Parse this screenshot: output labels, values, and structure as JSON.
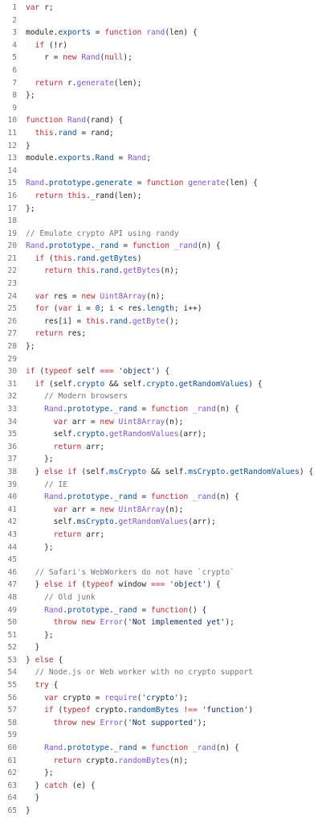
{
  "colors": {
    "keyword": "#cf222e",
    "function": "#8250df",
    "property": "#0550ae",
    "string": "#0a3069",
    "number": "#0550ae",
    "comment": "#6e7781",
    "text": "#1f2328",
    "line_number": "#6e7781",
    "background": "#ffffff"
  },
  "lines": [
    {
      "n": "1",
      "tokens": [
        [
          "kw",
          "var"
        ],
        [
          "tx",
          " r;"
        ]
      ]
    },
    {
      "n": "2",
      "tokens": []
    },
    {
      "n": "3",
      "tokens": [
        [
          "tx",
          "module."
        ],
        [
          "prop",
          "exports"
        ],
        [
          "tx",
          " = "
        ],
        [
          "kw",
          "function"
        ],
        [
          "tx",
          " "
        ],
        [
          "fn",
          "rand"
        ],
        [
          "tx",
          "(len) {"
        ]
      ]
    },
    {
      "n": "4",
      "tokens": [
        [
          "tx",
          "  "
        ],
        [
          "kw",
          "if"
        ],
        [
          "tx",
          " (!r)"
        ]
      ]
    },
    {
      "n": "5",
      "tokens": [
        [
          "tx",
          "    r = "
        ],
        [
          "kw",
          "new"
        ],
        [
          "tx",
          " "
        ],
        [
          "fn",
          "Rand"
        ],
        [
          "tx",
          "("
        ],
        [
          "kw",
          "null"
        ],
        [
          "tx",
          ");"
        ]
      ]
    },
    {
      "n": "6",
      "tokens": []
    },
    {
      "n": "7",
      "tokens": [
        [
          "tx",
          "  "
        ],
        [
          "kw",
          "return"
        ],
        [
          "tx",
          " r."
        ],
        [
          "fn",
          "generate"
        ],
        [
          "tx",
          "(len);"
        ]
      ]
    },
    {
      "n": "8",
      "tokens": [
        [
          "tx",
          "};"
        ]
      ]
    },
    {
      "n": "9",
      "tokens": []
    },
    {
      "n": "10",
      "tokens": [
        [
          "kw",
          "function"
        ],
        [
          "tx",
          " "
        ],
        [
          "fn",
          "Rand"
        ],
        [
          "tx",
          "(rand) {"
        ]
      ]
    },
    {
      "n": "11",
      "tokens": [
        [
          "tx",
          "  "
        ],
        [
          "kw",
          "this"
        ],
        [
          "tx",
          "."
        ],
        [
          "prop",
          "rand"
        ],
        [
          "tx",
          " = rand;"
        ]
      ]
    },
    {
      "n": "12",
      "tokens": [
        [
          "tx",
          "}"
        ]
      ]
    },
    {
      "n": "13",
      "tokens": [
        [
          "tx",
          "module."
        ],
        [
          "prop",
          "exports"
        ],
        [
          "tx",
          "."
        ],
        [
          "prop",
          "Rand"
        ],
        [
          "tx",
          " = "
        ],
        [
          "fn",
          "Rand"
        ],
        [
          "tx",
          ";"
        ]
      ]
    },
    {
      "n": "14",
      "tokens": []
    },
    {
      "n": "15",
      "tokens": [
        [
          "fn",
          "Rand"
        ],
        [
          "tx",
          "."
        ],
        [
          "prop",
          "prototype"
        ],
        [
          "tx",
          "."
        ],
        [
          "prop",
          "generate"
        ],
        [
          "tx",
          " = "
        ],
        [
          "kw",
          "function"
        ],
        [
          "tx",
          " "
        ],
        [
          "fn",
          "generate"
        ],
        [
          "tx",
          "(len) {"
        ]
      ]
    },
    {
      "n": "16",
      "tokens": [
        [
          "tx",
          "  "
        ],
        [
          "kw",
          "return"
        ],
        [
          "tx",
          " "
        ],
        [
          "kw",
          "this"
        ],
        [
          "tx",
          "._rand(len);"
        ]
      ]
    },
    {
      "n": "17",
      "tokens": [
        [
          "tx",
          "};"
        ]
      ]
    },
    {
      "n": "18",
      "tokens": []
    },
    {
      "n": "19",
      "tokens": [
        [
          "cm",
          "// Emulate crypto API using randy"
        ]
      ]
    },
    {
      "n": "20",
      "tokens": [
        [
          "fn",
          "Rand"
        ],
        [
          "tx",
          "."
        ],
        [
          "prop",
          "prototype"
        ],
        [
          "tx",
          "."
        ],
        [
          "prop",
          "_rand"
        ],
        [
          "tx",
          " = "
        ],
        [
          "kw",
          "function"
        ],
        [
          "tx",
          " "
        ],
        [
          "fn",
          "_rand"
        ],
        [
          "tx",
          "(n) {"
        ]
      ]
    },
    {
      "n": "21",
      "tokens": [
        [
          "tx",
          "  "
        ],
        [
          "kw",
          "if"
        ],
        [
          "tx",
          " ("
        ],
        [
          "kw",
          "this"
        ],
        [
          "tx",
          "."
        ],
        [
          "prop",
          "rand"
        ],
        [
          "tx",
          "."
        ],
        [
          "prop",
          "getBytes"
        ],
        [
          "tx",
          ")"
        ]
      ]
    },
    {
      "n": "22",
      "tokens": [
        [
          "tx",
          "    "
        ],
        [
          "kw",
          "return"
        ],
        [
          "tx",
          " "
        ],
        [
          "kw",
          "this"
        ],
        [
          "tx",
          "."
        ],
        [
          "prop",
          "rand"
        ],
        [
          "tx",
          "."
        ],
        [
          "fn",
          "getBytes"
        ],
        [
          "tx",
          "(n);"
        ]
      ]
    },
    {
      "n": "23",
      "tokens": []
    },
    {
      "n": "24",
      "tokens": [
        [
          "tx",
          "  "
        ],
        [
          "kw",
          "var"
        ],
        [
          "tx",
          " res = "
        ],
        [
          "kw",
          "new"
        ],
        [
          "tx",
          " "
        ],
        [
          "fn",
          "Uint8Array"
        ],
        [
          "tx",
          "(n);"
        ]
      ]
    },
    {
      "n": "25",
      "tokens": [
        [
          "tx",
          "  "
        ],
        [
          "kw",
          "for"
        ],
        [
          "tx",
          " ("
        ],
        [
          "kw",
          "var"
        ],
        [
          "tx",
          " i = "
        ],
        [
          "num",
          "0"
        ],
        [
          "tx",
          "; i < res."
        ],
        [
          "prop",
          "length"
        ],
        [
          "tx",
          "; i++)"
        ]
      ]
    },
    {
      "n": "26",
      "tokens": [
        [
          "tx",
          "    res[i] = "
        ],
        [
          "kw",
          "this"
        ],
        [
          "tx",
          "."
        ],
        [
          "prop",
          "rand"
        ],
        [
          "tx",
          "."
        ],
        [
          "fn",
          "getByte"
        ],
        [
          "tx",
          "();"
        ]
      ]
    },
    {
      "n": "27",
      "tokens": [
        [
          "tx",
          "  "
        ],
        [
          "kw",
          "return"
        ],
        [
          "tx",
          " res;"
        ]
      ]
    },
    {
      "n": "28",
      "tokens": [
        [
          "tx",
          "};"
        ]
      ]
    },
    {
      "n": "29",
      "tokens": []
    },
    {
      "n": "30",
      "tokens": [
        [
          "kw",
          "if"
        ],
        [
          "tx",
          " ("
        ],
        [
          "kw",
          "typeof"
        ],
        [
          "tx",
          " self "
        ],
        [
          "kw",
          "==="
        ],
        [
          "tx",
          " "
        ],
        [
          "str",
          "'object'"
        ],
        [
          "tx",
          ") {"
        ]
      ]
    },
    {
      "n": "31",
      "tokens": [
        [
          "tx",
          "  "
        ],
        [
          "kw",
          "if"
        ],
        [
          "tx",
          " (self."
        ],
        [
          "prop",
          "crypto"
        ],
        [
          "tx",
          " && self."
        ],
        [
          "prop",
          "crypto"
        ],
        [
          "tx",
          "."
        ],
        [
          "prop",
          "getRandomValues"
        ],
        [
          "tx",
          ") {"
        ]
      ]
    },
    {
      "n": "32",
      "tokens": [
        [
          "tx",
          "    "
        ],
        [
          "cm",
          "// Modern browsers"
        ]
      ]
    },
    {
      "n": "33",
      "tokens": [
        [
          "tx",
          "    "
        ],
        [
          "fn",
          "Rand"
        ],
        [
          "tx",
          "."
        ],
        [
          "prop",
          "prototype"
        ],
        [
          "tx",
          "."
        ],
        [
          "prop",
          "_rand"
        ],
        [
          "tx",
          " = "
        ],
        [
          "kw",
          "function"
        ],
        [
          "tx",
          " "
        ],
        [
          "fn",
          "_rand"
        ],
        [
          "tx",
          "(n) {"
        ]
      ]
    },
    {
      "n": "34",
      "tokens": [
        [
          "tx",
          "      "
        ],
        [
          "kw",
          "var"
        ],
        [
          "tx",
          " arr = "
        ],
        [
          "kw",
          "new"
        ],
        [
          "tx",
          " "
        ],
        [
          "fn",
          "Uint8Array"
        ],
        [
          "tx",
          "(n);"
        ]
      ]
    },
    {
      "n": "35",
      "tokens": [
        [
          "tx",
          "      self."
        ],
        [
          "prop",
          "crypto"
        ],
        [
          "tx",
          "."
        ],
        [
          "fn",
          "getRandomValues"
        ],
        [
          "tx",
          "(arr);"
        ]
      ]
    },
    {
      "n": "36",
      "tokens": [
        [
          "tx",
          "      "
        ],
        [
          "kw",
          "return"
        ],
        [
          "tx",
          " arr;"
        ]
      ]
    },
    {
      "n": "37",
      "tokens": [
        [
          "tx",
          "    };"
        ]
      ]
    },
    {
      "n": "38",
      "tokens": [
        [
          "tx",
          "  } "
        ],
        [
          "kw",
          "else"
        ],
        [
          "tx",
          " "
        ],
        [
          "kw",
          "if"
        ],
        [
          "tx",
          " (self."
        ],
        [
          "prop",
          "msCrypto"
        ],
        [
          "tx",
          " && self."
        ],
        [
          "prop",
          "msCrypto"
        ],
        [
          "tx",
          "."
        ],
        [
          "prop",
          "getRandomValues"
        ],
        [
          "tx",
          ") {"
        ]
      ]
    },
    {
      "n": "39",
      "tokens": [
        [
          "tx",
          "    "
        ],
        [
          "cm",
          "// IE"
        ]
      ]
    },
    {
      "n": "40",
      "tokens": [
        [
          "tx",
          "    "
        ],
        [
          "fn",
          "Rand"
        ],
        [
          "tx",
          "."
        ],
        [
          "prop",
          "prototype"
        ],
        [
          "tx",
          "."
        ],
        [
          "prop",
          "_rand"
        ],
        [
          "tx",
          " = "
        ],
        [
          "kw",
          "function"
        ],
        [
          "tx",
          " "
        ],
        [
          "fn",
          "_rand"
        ],
        [
          "tx",
          "(n) {"
        ]
      ]
    },
    {
      "n": "41",
      "tokens": [
        [
          "tx",
          "      "
        ],
        [
          "kw",
          "var"
        ],
        [
          "tx",
          " arr = "
        ],
        [
          "kw",
          "new"
        ],
        [
          "tx",
          " "
        ],
        [
          "fn",
          "Uint8Array"
        ],
        [
          "tx",
          "(n);"
        ]
      ]
    },
    {
      "n": "42",
      "tokens": [
        [
          "tx",
          "      self."
        ],
        [
          "prop",
          "msCrypto"
        ],
        [
          "tx",
          "."
        ],
        [
          "fn",
          "getRandomValues"
        ],
        [
          "tx",
          "(arr);"
        ]
      ]
    },
    {
      "n": "43",
      "tokens": [
        [
          "tx",
          "      "
        ],
        [
          "kw",
          "return"
        ],
        [
          "tx",
          " arr;"
        ]
      ]
    },
    {
      "n": "44",
      "tokens": [
        [
          "tx",
          "    };"
        ]
      ]
    },
    {
      "n": "45",
      "tokens": []
    },
    {
      "n": "46",
      "tokens": [
        [
          "tx",
          "  "
        ],
        [
          "cm",
          "// Safari's WebWorkers do not have `crypto`"
        ]
      ]
    },
    {
      "n": "47",
      "tokens": [
        [
          "tx",
          "  } "
        ],
        [
          "kw",
          "else"
        ],
        [
          "tx",
          " "
        ],
        [
          "kw",
          "if"
        ],
        [
          "tx",
          " ("
        ],
        [
          "kw",
          "typeof"
        ],
        [
          "tx",
          " window "
        ],
        [
          "kw",
          "==="
        ],
        [
          "tx",
          " "
        ],
        [
          "str",
          "'object'"
        ],
        [
          "tx",
          ") {"
        ]
      ]
    },
    {
      "n": "48",
      "tokens": [
        [
          "tx",
          "    "
        ],
        [
          "cm",
          "// Old junk"
        ]
      ]
    },
    {
      "n": "49",
      "tokens": [
        [
          "tx",
          "    "
        ],
        [
          "fn",
          "Rand"
        ],
        [
          "tx",
          "."
        ],
        [
          "prop",
          "prototype"
        ],
        [
          "tx",
          "."
        ],
        [
          "prop",
          "_rand"
        ],
        [
          "tx",
          " = "
        ],
        [
          "kw",
          "function"
        ],
        [
          "tx",
          "() {"
        ]
      ]
    },
    {
      "n": "50",
      "tokens": [
        [
          "tx",
          "      "
        ],
        [
          "kw",
          "throw"
        ],
        [
          "tx",
          " "
        ],
        [
          "kw",
          "new"
        ],
        [
          "tx",
          " "
        ],
        [
          "fn",
          "Error"
        ],
        [
          "tx",
          "("
        ],
        [
          "str",
          "'Not implemented yet'"
        ],
        [
          "tx",
          ");"
        ]
      ]
    },
    {
      "n": "51",
      "tokens": [
        [
          "tx",
          "    };"
        ]
      ]
    },
    {
      "n": "52",
      "tokens": [
        [
          "tx",
          "  }"
        ]
      ]
    },
    {
      "n": "53",
      "tokens": [
        [
          "tx",
          "} "
        ],
        [
          "kw",
          "else"
        ],
        [
          "tx",
          " {"
        ]
      ]
    },
    {
      "n": "54",
      "tokens": [
        [
          "tx",
          "  "
        ],
        [
          "cm",
          "// Node.js or Web worker with no crypto support"
        ]
      ]
    },
    {
      "n": "55",
      "tokens": [
        [
          "tx",
          "  "
        ],
        [
          "kw",
          "try"
        ],
        [
          "tx",
          " {"
        ]
      ]
    },
    {
      "n": "56",
      "tokens": [
        [
          "tx",
          "    "
        ],
        [
          "kw",
          "var"
        ],
        [
          "tx",
          " crypto = "
        ],
        [
          "fn",
          "require"
        ],
        [
          "tx",
          "("
        ],
        [
          "str",
          "'crypto'"
        ],
        [
          "tx",
          ");"
        ]
      ]
    },
    {
      "n": "57",
      "tokens": [
        [
          "tx",
          "    "
        ],
        [
          "kw",
          "if"
        ],
        [
          "tx",
          " ("
        ],
        [
          "kw",
          "typeof"
        ],
        [
          "tx",
          " crypto."
        ],
        [
          "prop",
          "randomBytes"
        ],
        [
          "tx",
          " "
        ],
        [
          "kw",
          "!=="
        ],
        [
          "tx",
          " "
        ],
        [
          "str",
          "'function'"
        ],
        [
          "tx",
          ")"
        ]
      ]
    },
    {
      "n": "58",
      "tokens": [
        [
          "tx",
          "      "
        ],
        [
          "kw",
          "throw"
        ],
        [
          "tx",
          " "
        ],
        [
          "kw",
          "new"
        ],
        [
          "tx",
          " "
        ],
        [
          "fn",
          "Error"
        ],
        [
          "tx",
          "("
        ],
        [
          "str",
          "'Not supported'"
        ],
        [
          "tx",
          ");"
        ]
      ]
    },
    {
      "n": "59",
      "tokens": []
    },
    {
      "n": "60",
      "tokens": [
        [
          "tx",
          "    "
        ],
        [
          "fn",
          "Rand"
        ],
        [
          "tx",
          "."
        ],
        [
          "prop",
          "prototype"
        ],
        [
          "tx",
          "."
        ],
        [
          "prop",
          "_rand"
        ],
        [
          "tx",
          " = "
        ],
        [
          "kw",
          "function"
        ],
        [
          "tx",
          " "
        ],
        [
          "fn",
          "_rand"
        ],
        [
          "tx",
          "(n) {"
        ]
      ]
    },
    {
      "n": "61",
      "tokens": [
        [
          "tx",
          "      "
        ],
        [
          "kw",
          "return"
        ],
        [
          "tx",
          " crypto."
        ],
        [
          "fn",
          "randomBytes"
        ],
        [
          "tx",
          "(n);"
        ]
      ]
    },
    {
      "n": "62",
      "tokens": [
        [
          "tx",
          "    };"
        ]
      ]
    },
    {
      "n": "63",
      "tokens": [
        [
          "tx",
          "  } "
        ],
        [
          "kw",
          "catch"
        ],
        [
          "tx",
          " (e) {"
        ]
      ]
    },
    {
      "n": "64",
      "tokens": [
        [
          "tx",
          "  }"
        ]
      ]
    },
    {
      "n": "65",
      "tokens": [
        [
          "tx",
          "}"
        ]
      ]
    }
  ]
}
